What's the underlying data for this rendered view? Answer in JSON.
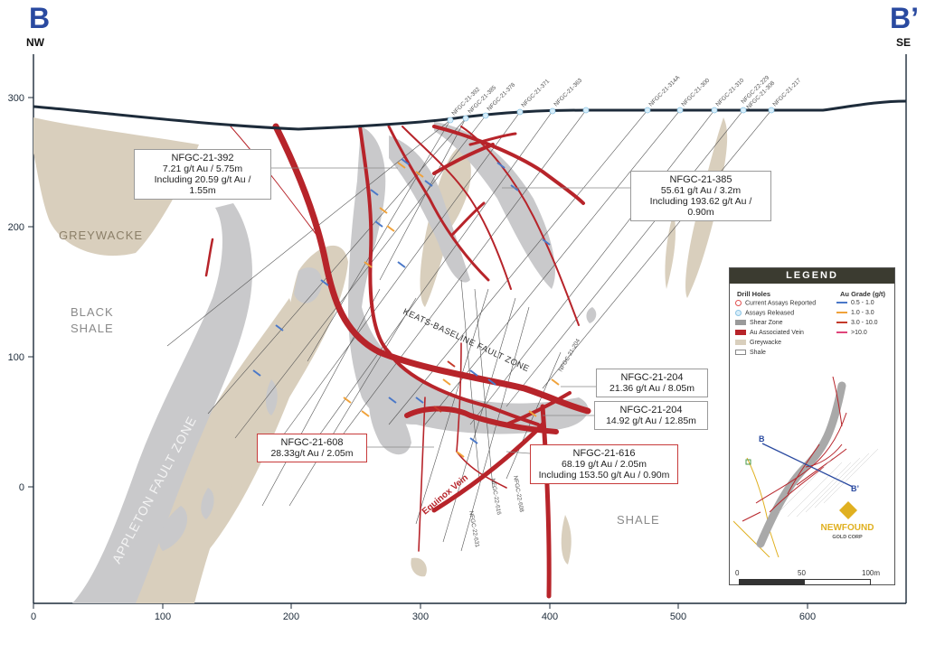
{
  "section": {
    "end_left": "B",
    "end_right": "B’",
    "dir_left": "NW",
    "dir_right": "SE",
    "x_ticks": [
      "0",
      "100",
      "200",
      "300",
      "400",
      "500",
      "600"
    ],
    "y_ticks": [
      "300",
      "200",
      "100",
      "0"
    ]
  },
  "units": [
    {
      "key": "greywacke",
      "label": "GREYWACKE"
    },
    {
      "key": "black_shale_1",
      "label": "BLACK"
    },
    {
      "key": "black_shale_2",
      "label": "SHALE"
    },
    {
      "key": "shale",
      "label": "SHALE"
    },
    {
      "key": "appleton",
      "label": "APPLETON FAULT ZONE"
    },
    {
      "key": "keats",
      "label": "KEATS-BASELINE FAULT ZONE"
    },
    {
      "key": "equinox",
      "label": "Equinox Vein"
    }
  ],
  "collars": [
    "NFGC-21-392",
    "NFGC-21-385",
    "NFGC-21-378",
    "NFGC-21-371",
    "NFGC-21-363",
    "NFGC-21-314A",
    "NFGC-21-300",
    "NFGC-21-310",
    "NFGC-22-229",
    "NFGC-21-308",
    "NFGC-21-217"
  ],
  "hole_labels": [
    "NFGC-21-204",
    "NFGC-22-631",
    "NFGC-22-616",
    "NFGC-22-608"
  ],
  "callouts": {
    "c392": {
      "title": "NFGC-21-392",
      "l1": "7.21 g/t Au / 5.75m",
      "l2": "Including 20.59 g/t Au / 1.55m"
    },
    "c385": {
      "title": "NFGC-21-385",
      "l1": "55.61 g/t Au / 3.2m",
      "l2": "Including 193.62 g/t Au / 0.90m"
    },
    "c204a": {
      "title": "NFGC-21-204",
      "l1": "21.36 g/t Au / 8.05m"
    },
    "c204b": {
      "title": "NFGC-21-204",
      "l1": "14.92 g/t Au / 12.85m"
    },
    "c608": {
      "title": "NFGC-21-608",
      "l1": "28.33g/t Au / 2.05m"
    },
    "c616": {
      "title": "NFGC-21-616",
      "l1": "68.19 g/t Au / 2.05m",
      "l2": "Including 153.50 g/t Au / 0.90m"
    }
  },
  "legend": {
    "title": "LEGEND",
    "drill_head": "Drill Holes",
    "grade_head": "Au Grade (g/t)",
    "items": [
      "Current Assays Reported",
      "Assays Released",
      "Shear Zone",
      "Au Associated Vein",
      "Greywacke",
      "Shale"
    ],
    "grades": [
      {
        "label": "0.5 - 1.0",
        "color": "#4a78c8"
      },
      {
        "label": "1.0 - 3.0",
        "color": "#f0a23a"
      },
      {
        "label": "3.0 - 10.0",
        "color": "#c43a2a"
      },
      {
        "label": ">10.0",
        "color": "#e0457a"
      }
    ],
    "map_b": "B",
    "map_b2": "B’",
    "logo_1": "NEWFOUND",
    "logo_2": "GOLD CORP",
    "scale": [
      "0",
      "50",
      "100m"
    ]
  },
  "colors": {
    "vein": "#b7242a",
    "shear": "#c9c9cb",
    "greywacke": "#d9cfbd",
    "topo": "#1d2b3a",
    "axis": "#1d2b3a",
    "accent": "#2a4aa0"
  }
}
